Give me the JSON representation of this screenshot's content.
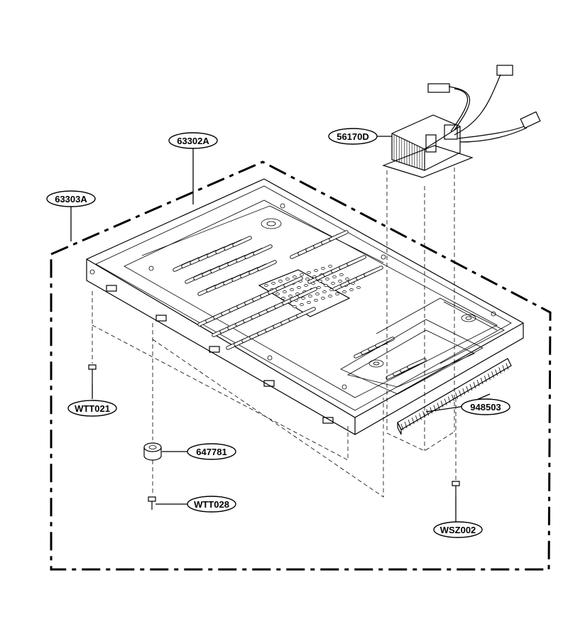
{
  "parts": [
    {
      "id": "p63302A",
      "part_number": "63302A"
    },
    {
      "id": "p63303A",
      "part_number": "63303A"
    },
    {
      "id": "p56170D",
      "part_number": "56170D"
    },
    {
      "id": "pWTT021",
      "part_number": "WTT021"
    },
    {
      "id": "p647781",
      "part_number": "647781"
    },
    {
      "id": "pWTT028",
      "part_number": "WTT028"
    },
    {
      "id": "p948503",
      "part_number": "948503"
    },
    {
      "id": "pWSZ002",
      "part_number": "WSZ002"
    }
  ]
}
